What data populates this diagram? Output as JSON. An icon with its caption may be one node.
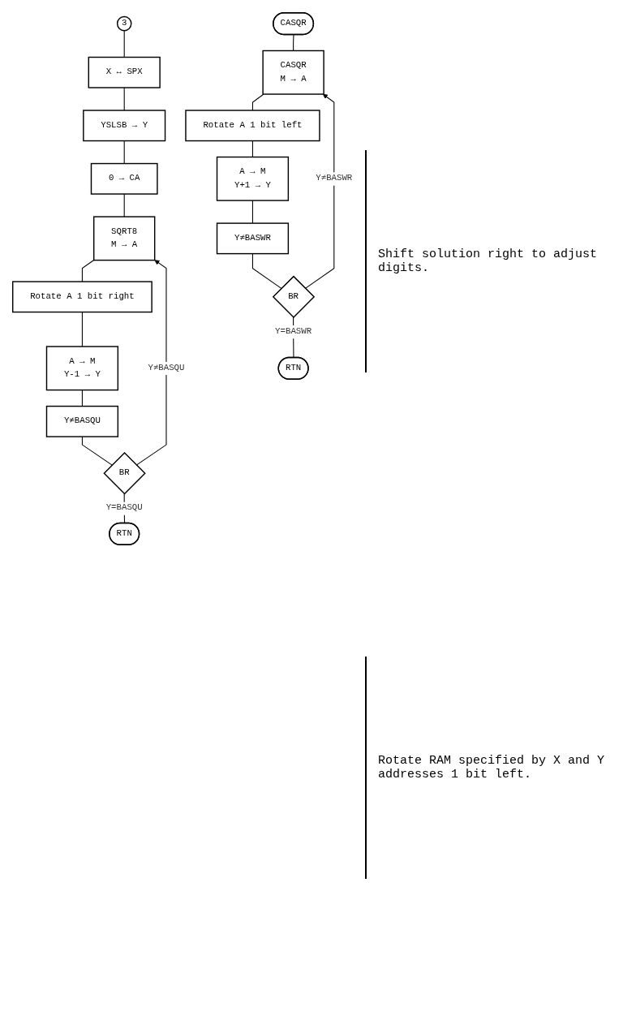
{
  "diagram": {
    "nodes": [
      {
        "text": [
          "3"
        ]
      },
      {
        "text": [
          "X ↔ SPX"
        ]
      },
      {
        "text": [
          "YSLSB → Y"
        ]
      },
      {
        "text": [
          "0 → CA"
        ]
      },
      {
        "text": [
          "SQRT8",
          "M → A"
        ]
      },
      {
        "text": [
          "Rotate A 1 bit right"
        ]
      },
      {
        "text": [
          "A → M",
          "Y-1 → Y"
        ]
      },
      {
        "text": [
          "Y≠BASQU"
        ]
      },
      {
        "text": [
          "BR"
        ]
      },
      {
        "text": [
          "RTN"
        ]
      },
      {
        "text": [
          "CASQR"
        ]
      },
      {
        "text": [
          "CASQR",
          "M → A"
        ]
      },
      {
        "text": [
          "Rotate A 1 bit left"
        ]
      },
      {
        "text": [
          "A → M",
          "Y+1 → Y"
        ]
      },
      {
        "text": [
          "Y≠BASWR"
        ]
      },
      {
        "text": [
          "BR"
        ]
      },
      {
        "text": [
          "RTN"
        ]
      }
    ],
    "edges": [
      {
        "from": 0,
        "to": 1,
        "arrow": "none"
      },
      {
        "from": 1,
        "to": 2,
        "arrow": "none"
      },
      {
        "from": 2,
        "to": 3,
        "arrow": "none"
      },
      {
        "from": 3,
        "to": 4,
        "arrow": "none"
      },
      {
        "from": 4,
        "to": 5,
        "arrow": "none"
      },
      {
        "from": 5,
        "to": 6,
        "arrow": "none"
      },
      {
        "from": 6,
        "to": 7,
        "arrow": "none"
      },
      {
        "from": 7,
        "to": 8,
        "arrow": "none"
      },
      {
        "from": 8,
        "to": 4,
        "label": "Y≠BASQU",
        "arrow": "to"
      },
      {
        "from": 8,
        "to": 9,
        "label": "Y=BASQU",
        "arrow": "none"
      },
      {
        "from": 10,
        "to": 11,
        "arrow": "none"
      },
      {
        "from": 11,
        "to": 12,
        "arrow": "none"
      },
      {
        "from": 12,
        "to": 13,
        "arrow": "none"
      },
      {
        "from": 13,
        "to": 14,
        "arrow": "none"
      },
      {
        "from": 14,
        "to": 15,
        "arrow": "none"
      },
      {
        "from": 15,
        "to": 11,
        "label": "Y≠BASWR",
        "arrow": "to"
      },
      {
        "from": 15,
        "to": 16,
        "label": "Y=BASWR",
        "arrow": "none"
      }
    ],
    "labels": [
      "Shift solution right to adjust digits.",
      "Rotate RAM specified by X and Y addresses 1 bit left."
    ]
  }
}
